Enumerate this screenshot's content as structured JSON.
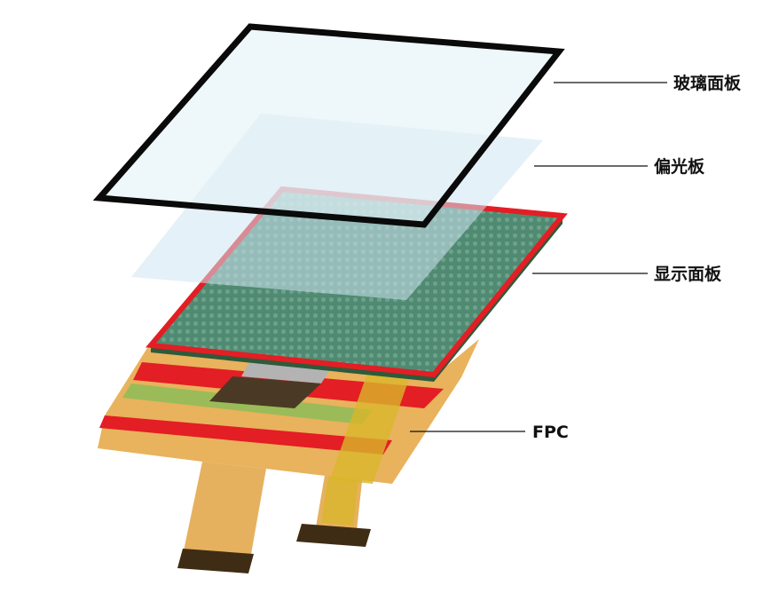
{
  "labels": {
    "glass_panel": "玻璃面板",
    "polarizer": "偏光板",
    "display_panel": "显示面板",
    "fpc": "FPC"
  },
  "colors": {
    "glass_frame": "#0a0a0a",
    "glass_fill": "#e2f1f7",
    "polarizer_fill": "#cfe6f2",
    "display_fill": "#4f8a72",
    "display_edge": "#e31e24",
    "display_side": "#2e5a3a",
    "fpc_orange": "#e9b25c",
    "fpc_red": "#e31e24",
    "fpc_green": "#9bbb59",
    "chip_gray": "#b3b3b3",
    "chip_dark": "#4a3a25",
    "connector": "#3f2c14",
    "yellow_strip": "#d8b62a"
  }
}
